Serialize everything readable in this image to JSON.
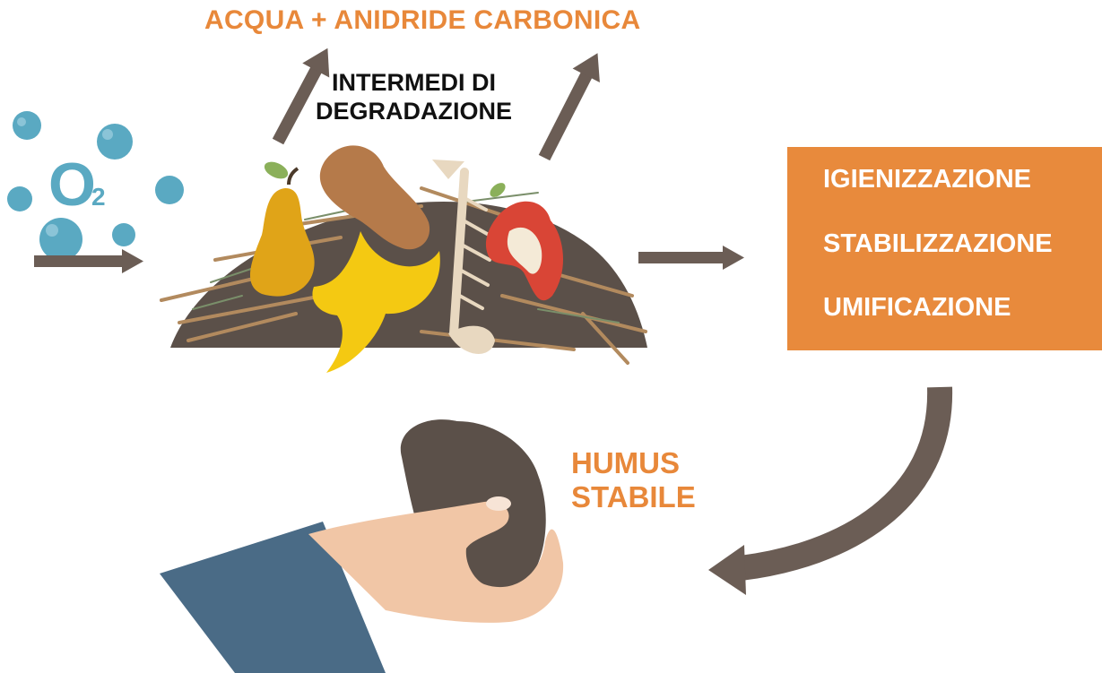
{
  "diagram": {
    "top_output": "ACQUA + ANIDRIDE CARBONICA",
    "intermediates": [
      "INTERMEDI DI",
      "DEGRADAZIONE"
    ],
    "oxygen": {
      "symbol": "O",
      "subscript": "2"
    },
    "process_steps": [
      "IGIENIZZAZIONE",
      "STABILIZZAZIONE",
      "UMIFICAZIONE"
    ],
    "final_product": [
      "HUMUS",
      "STABILE"
    ],
    "colors": {
      "accent_orange": "#e8883a",
      "arrow_brown": "#6b5d55",
      "bubble_blue": "#5aa9c2",
      "soil_dark": "#5b5049",
      "sleeve_blue": "#4a6b86",
      "skin": "#f1c6a6"
    }
  }
}
